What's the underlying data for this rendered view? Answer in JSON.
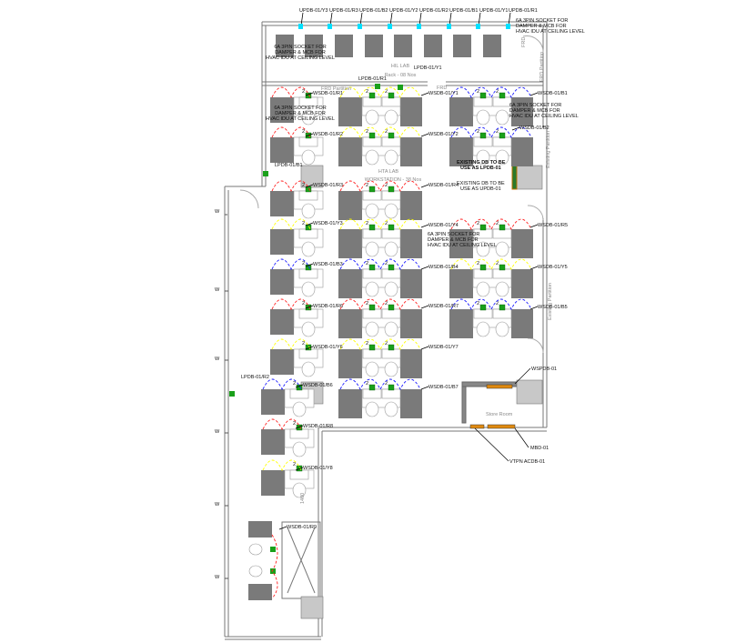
{
  "phase_colors": {
    "R": "#ff2020",
    "Y": "#ffff00",
    "B": "#1a1aff"
  },
  "top_feeders": [
    "UPDB-01/Y3",
    "UPDB-01/R3",
    "UPDB-01/B2",
    "UPDB-01/Y2",
    "UPDB-01/R2",
    "UPDB-01/B1",
    "UPDB-01/Y1",
    "UPDB-01/R1"
  ],
  "socket_note": [
    "6A 3PIN SOCKET FOR",
    "DAMPER & MCB FOR",
    "HVAC IDU AT CEILING LEVEL"
  ],
  "rooms": {
    "hil_lab": "HIL LAB",
    "hil_racks": "Rack - 08 Nos",
    "hta_lab": "HTA LAB",
    "hta_workstations": "WORKSTATION - 38 Nos",
    "store_room": "Store Room"
  },
  "partitions": {
    "frd_partition": "FRD Partition",
    "frd": "FRD",
    "existing_partition": "Existing Partition",
    "dimension": "1400",
    "window": "W"
  },
  "lighting": {
    "y1": "LPDB-01/Y1",
    "r1": "LPDB-01/R1",
    "b1": "LPDB-01/B1",
    "r2": "LPDB-01/R2"
  },
  "workstation_circuits": [
    "WSDB-01/R1",
    "WSDB-01/Y1",
    "WSDB-01/B1",
    "WSDB-01/R2",
    "WSDB-01/Y2",
    "WSDB-01/B2",
    "WSDB-01/R3",
    "WSDB-01/R4",
    "WSDB-01/Y3",
    "WSDB-01/Y4",
    "WSDB-01/R5",
    "WSDB-01/B3",
    "WSDB-01/B4",
    "WSDB-01/Y5",
    "WSDB-01/R6",
    "WSDB-01/R7",
    "WSDB-01/B5",
    "WSDB-01/Y6",
    "WSDB-01/Y7",
    "WSDB-01/B6",
    "WSDB-01/B7",
    "WSDB-01/R8",
    "WSDB-01/Y8",
    "WSDB-01/R9"
  ],
  "existing_db": {
    "lpdb": [
      "EXISTING DB TO BE",
      "USE AS LPDB-01"
    ],
    "updb": [
      "EXISTING DB TO BE",
      "USE AS UPDB-01"
    ]
  },
  "panels": {
    "wspdb": "WSPDB-01",
    "mbd": "MBD-01",
    "vtpn": "VTPN ACDB-01"
  },
  "socket_count": "2"
}
